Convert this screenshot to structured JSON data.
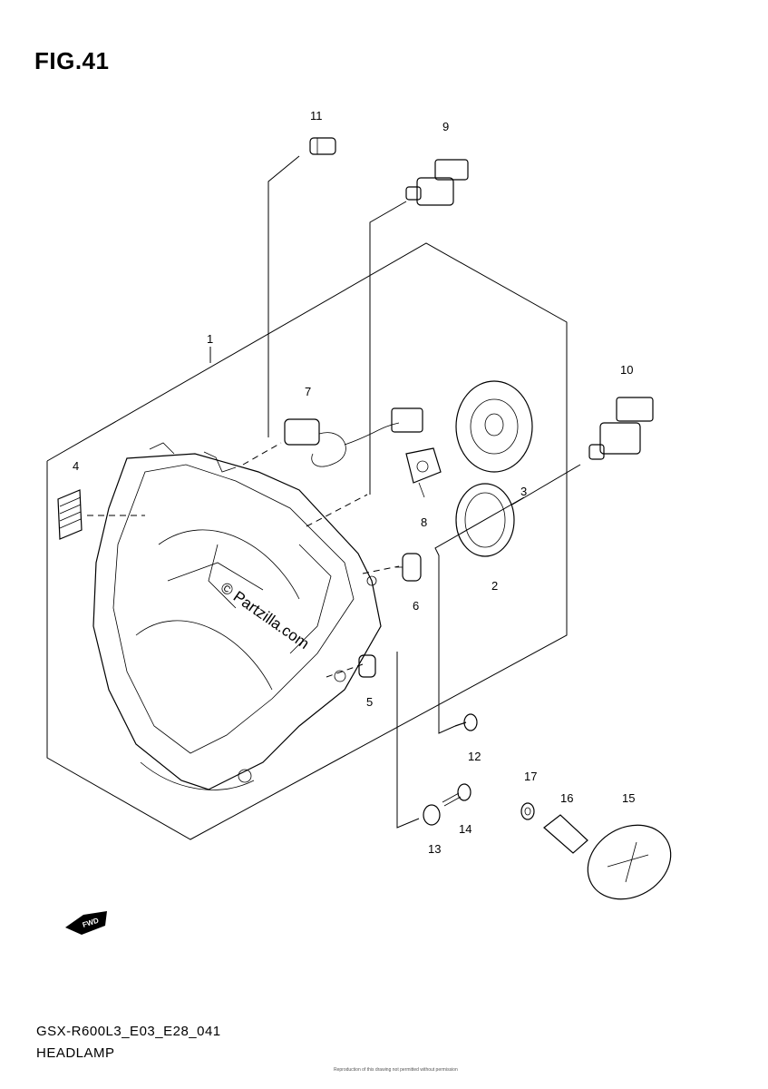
{
  "figure": {
    "title": "FIG.41"
  },
  "callouts": [
    "1",
    "2",
    "3",
    "4",
    "5",
    "6",
    "7",
    "8",
    "9",
    "10",
    "11",
    "12",
    "13",
    "14",
    "15",
    "16",
    "17"
  ],
  "watermark": "© Partzilla.com",
  "forward_badge": "FWD",
  "footer": {
    "code": "GSX-R600L3_E03_E28_041",
    "name": "HEADLAMP",
    "copyright": "Reproduction of this drawing not permitted without permission"
  }
}
